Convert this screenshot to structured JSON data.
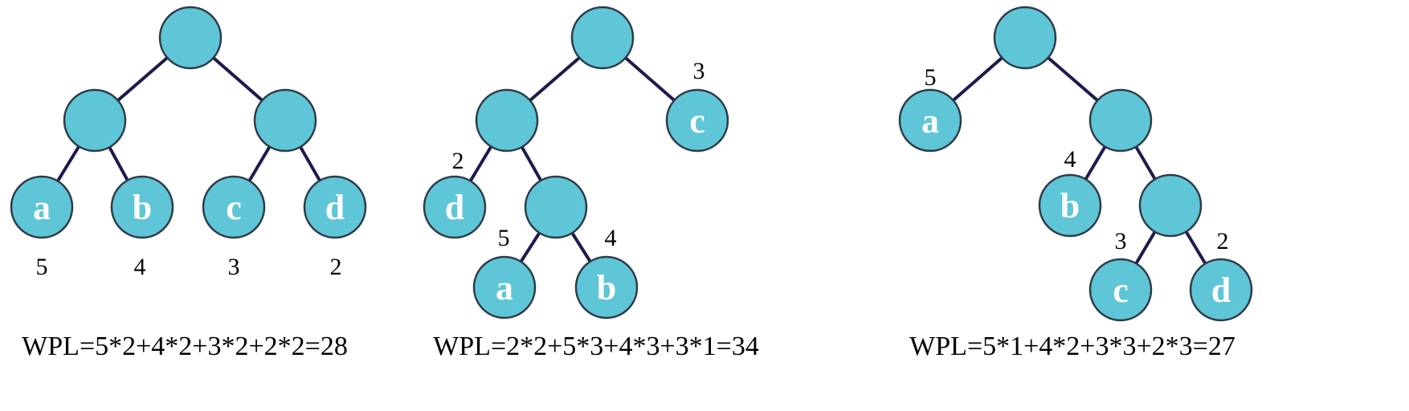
{
  "trees": [
    {
      "nodes": [
        {
          "label": ""
        },
        {
          "label": ""
        },
        {
          "label": ""
        },
        {
          "label": "a"
        },
        {
          "label": "b"
        },
        {
          "label": "c"
        },
        {
          "label": "d"
        }
      ],
      "weights": [
        "5",
        "4",
        "3",
        "2"
      ],
      "wpl": "WPL=5*2+4*2+3*2+2*2=28"
    },
    {
      "nodes": [
        {
          "label": ""
        },
        {
          "label": ""
        },
        {
          "label": "c"
        },
        {
          "label": "d"
        },
        {
          "label": ""
        },
        {
          "label": "a"
        },
        {
          "label": "b"
        }
      ],
      "weights": [
        "3",
        "2",
        "5",
        "4"
      ],
      "wpl": "WPL=2*2+5*3+4*3+3*1=34"
    },
    {
      "nodes": [
        {
          "label": ""
        },
        {
          "label": "a"
        },
        {
          "label": ""
        },
        {
          "label": "b"
        },
        {
          "label": ""
        },
        {
          "label": "c"
        },
        {
          "label": "d"
        }
      ],
      "weights": [
        "5",
        "4",
        "3",
        "2"
      ],
      "wpl": "WPL=5*1+4*2+3*3+2*3=27"
    }
  ]
}
